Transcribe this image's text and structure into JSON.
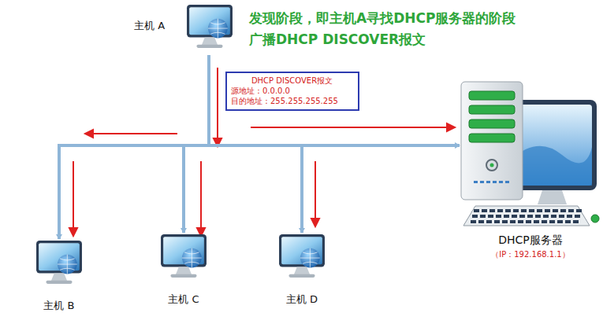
{
  "diagram": {
    "title": "发现阶段，即主机A寻找DHCP服务器的阶段",
    "nodes": [
      {
        "text": [
          "主机 A"
        ]
      },
      {
        "text": [
          "DHCP DISCOVER报文",
          "源地址：0.0.0.0",
          "目的地址：255.255.255.255"
        ]
      },
      {
        "text": [
          "DHCP服务器",
          "（IP：192.168.1.1）"
        ]
      },
      {
        "text": [
          "主机 B"
        ]
      },
      {
        "text": [
          "主机 C"
        ]
      },
      {
        "text": [
          "主机 D"
        ]
      }
    ],
    "edges": [
      {
        "from": 0,
        "to": 3,
        "arrow": "to"
      },
      {
        "from": 0,
        "to": 4,
        "arrow": "to"
      },
      {
        "from": 0,
        "to": 5,
        "arrow": "to"
      },
      {
        "from": 0,
        "to": 2,
        "arrow": "to"
      }
    ],
    "labels": [
      "广播DHCP DISCOVER报文"
    ]
  }
}
